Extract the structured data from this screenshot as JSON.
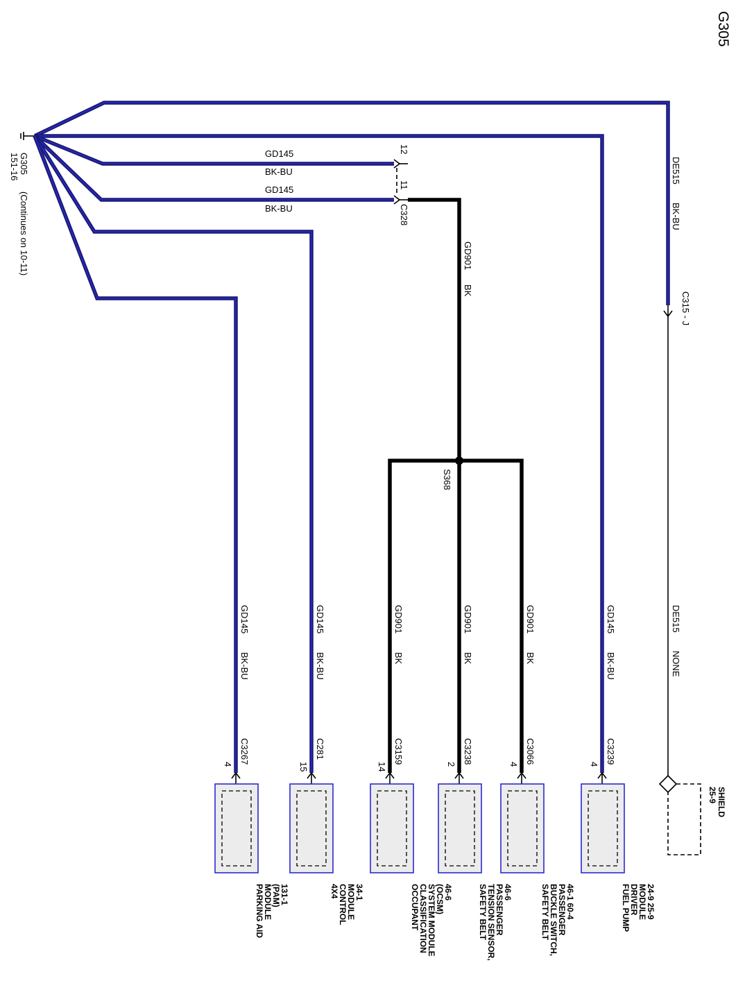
{
  "title": "G305",
  "ground": {
    "name": "G305",
    "ref": "151-16",
    "note": "(Continues on 10-11)"
  },
  "inline_wires": [
    {
      "pin": "12",
      "circuit": "GD145",
      "color": "BK-BU"
    },
    {
      "pin": "11",
      "circuit": "GD145",
      "color": "BK-BU"
    }
  ],
  "connector_c328": "C328",
  "feed_wire": {
    "circuit": "GD901",
    "color": "BK"
  },
  "splice": "S368",
  "shield_wire_top": {
    "circuit": "DE515",
    "color": "BK-BU"
  },
  "shield_connector": "C315 - J",
  "shield_wire_bottom": {
    "circuit": "DE515",
    "color": "NONE"
  },
  "shield": {
    "label": "SHIELD",
    "ref": "25-9"
  },
  "branches": [
    {
      "circuit": "GD145",
      "color": "BK-BU",
      "connector": "C3239",
      "pin": "4",
      "module": [
        "FUEL PUMP",
        "DRIVER",
        "MODULE",
        "24-9  25-9"
      ]
    },
    {
      "circuit": "GD901",
      "color": "BK",
      "connector": "C3066",
      "pin": "4",
      "module": [
        "SAFETY BELT",
        "BUCKLE SWITCH,",
        "PASSENGER",
        "46-1   60-4"
      ]
    },
    {
      "circuit": "GD901",
      "color": "BK",
      "connector": "C3238",
      "pin": "2",
      "module": [
        "SAFETY BELT",
        "TENSION SENSOR,",
        "PASSENGER",
        "46-6"
      ]
    },
    {
      "circuit": "GD901",
      "color": "BK",
      "connector": "C3159",
      "pin": "14",
      "module": [
        "OCCUPANT",
        "CLASSIFICATION",
        "SYSTEM MODULE",
        "(OCSM)",
        "46-6"
      ]
    },
    {
      "circuit": "GD145",
      "color": "BK-BU",
      "connector": "C281",
      "pin": "15",
      "module": [
        "4X4",
        "CONTROL",
        "MODULE",
        "34-1"
      ]
    },
    {
      "circuit": "GD145",
      "color": "BK-BU",
      "connector": "C3267",
      "pin": "4",
      "module": [
        "PARKING AID",
        "MODULE",
        "(PAM)",
        "131-1"
      ]
    }
  ]
}
